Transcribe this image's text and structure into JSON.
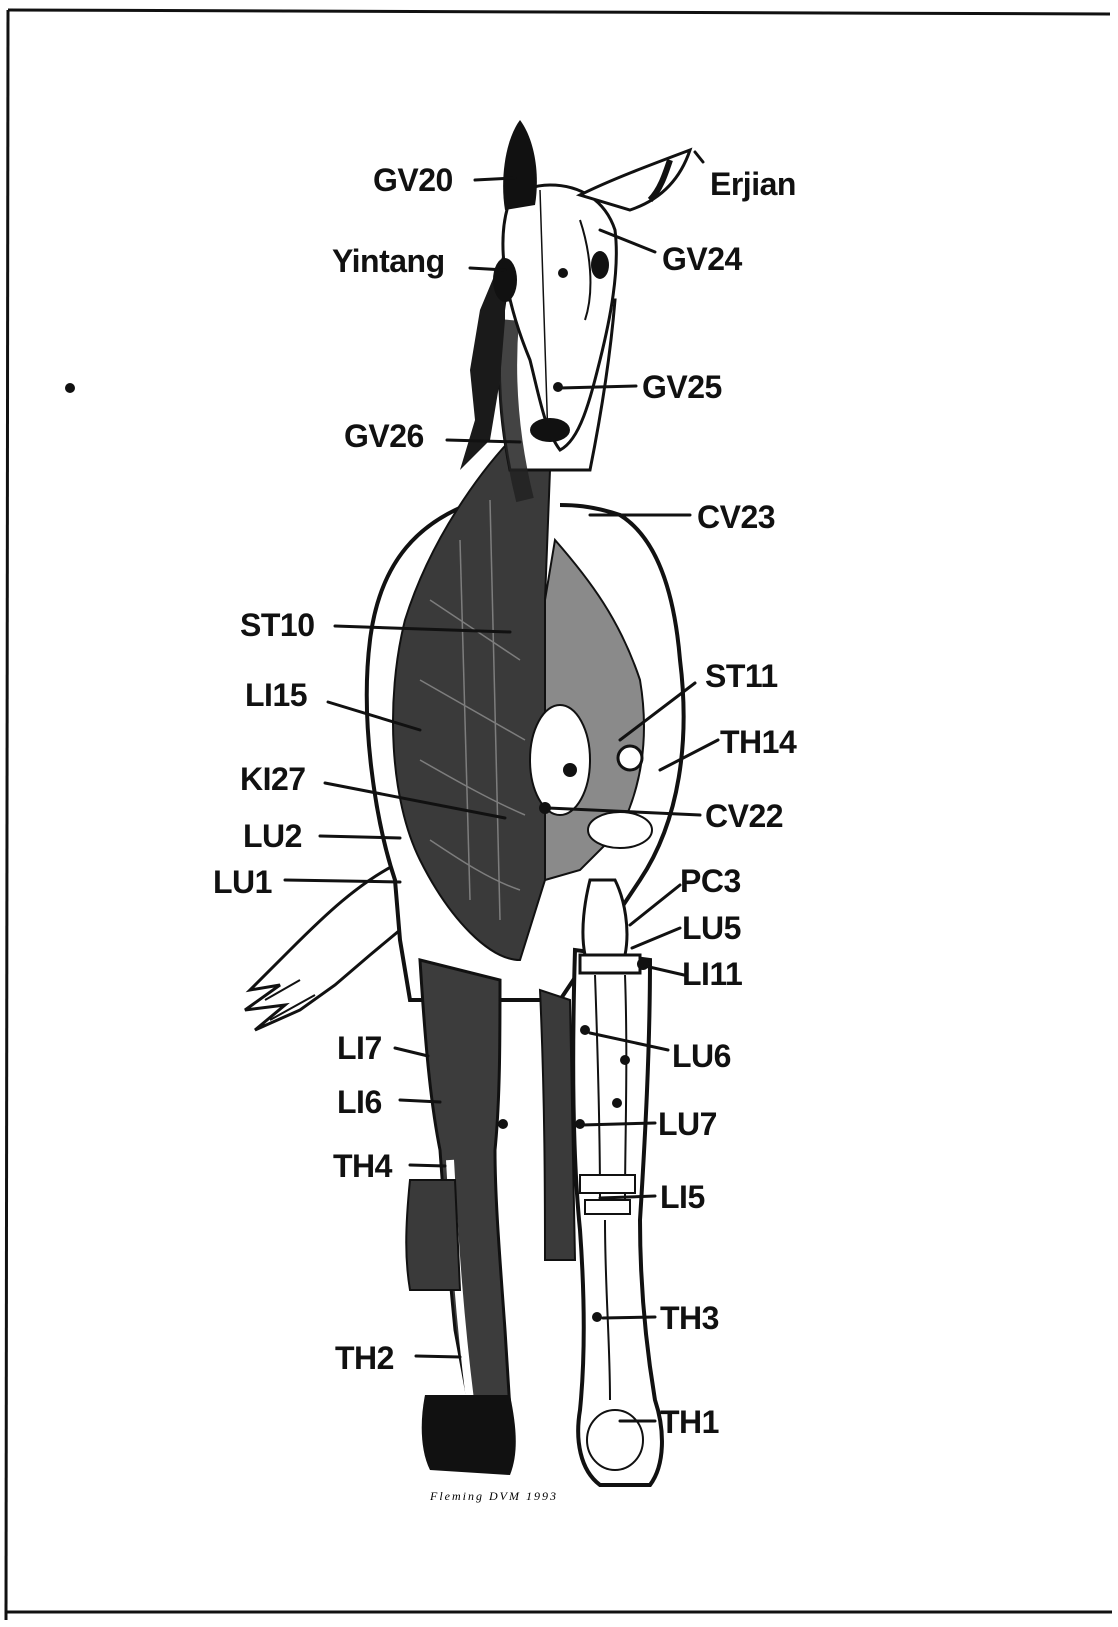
{
  "points": {
    "gv20": "GV20",
    "erjian": "Erjian",
    "yintang": "Yintang",
    "gv24": "GV24",
    "gv25": "GV25",
    "gv26": "GV26",
    "cv23": "CV23",
    "st10": "ST10",
    "li15": "LI15",
    "st11": "ST11",
    "th14": "TH14",
    "ki27": "KI27",
    "cv22": "CV22",
    "lu2": "LU2",
    "lu1": "LU1",
    "pc3": "PC3",
    "lu5": "LU5",
    "li11": "LI11",
    "li7": "LI7",
    "lu6": "LU6",
    "li6": "LI6",
    "lu7": "LU7",
    "th4": "TH4",
    "li5": "LI5",
    "th3": "TH3",
    "th2": "TH2",
    "th1": "TH1"
  },
  "signature": "Fleming DVM 1993"
}
